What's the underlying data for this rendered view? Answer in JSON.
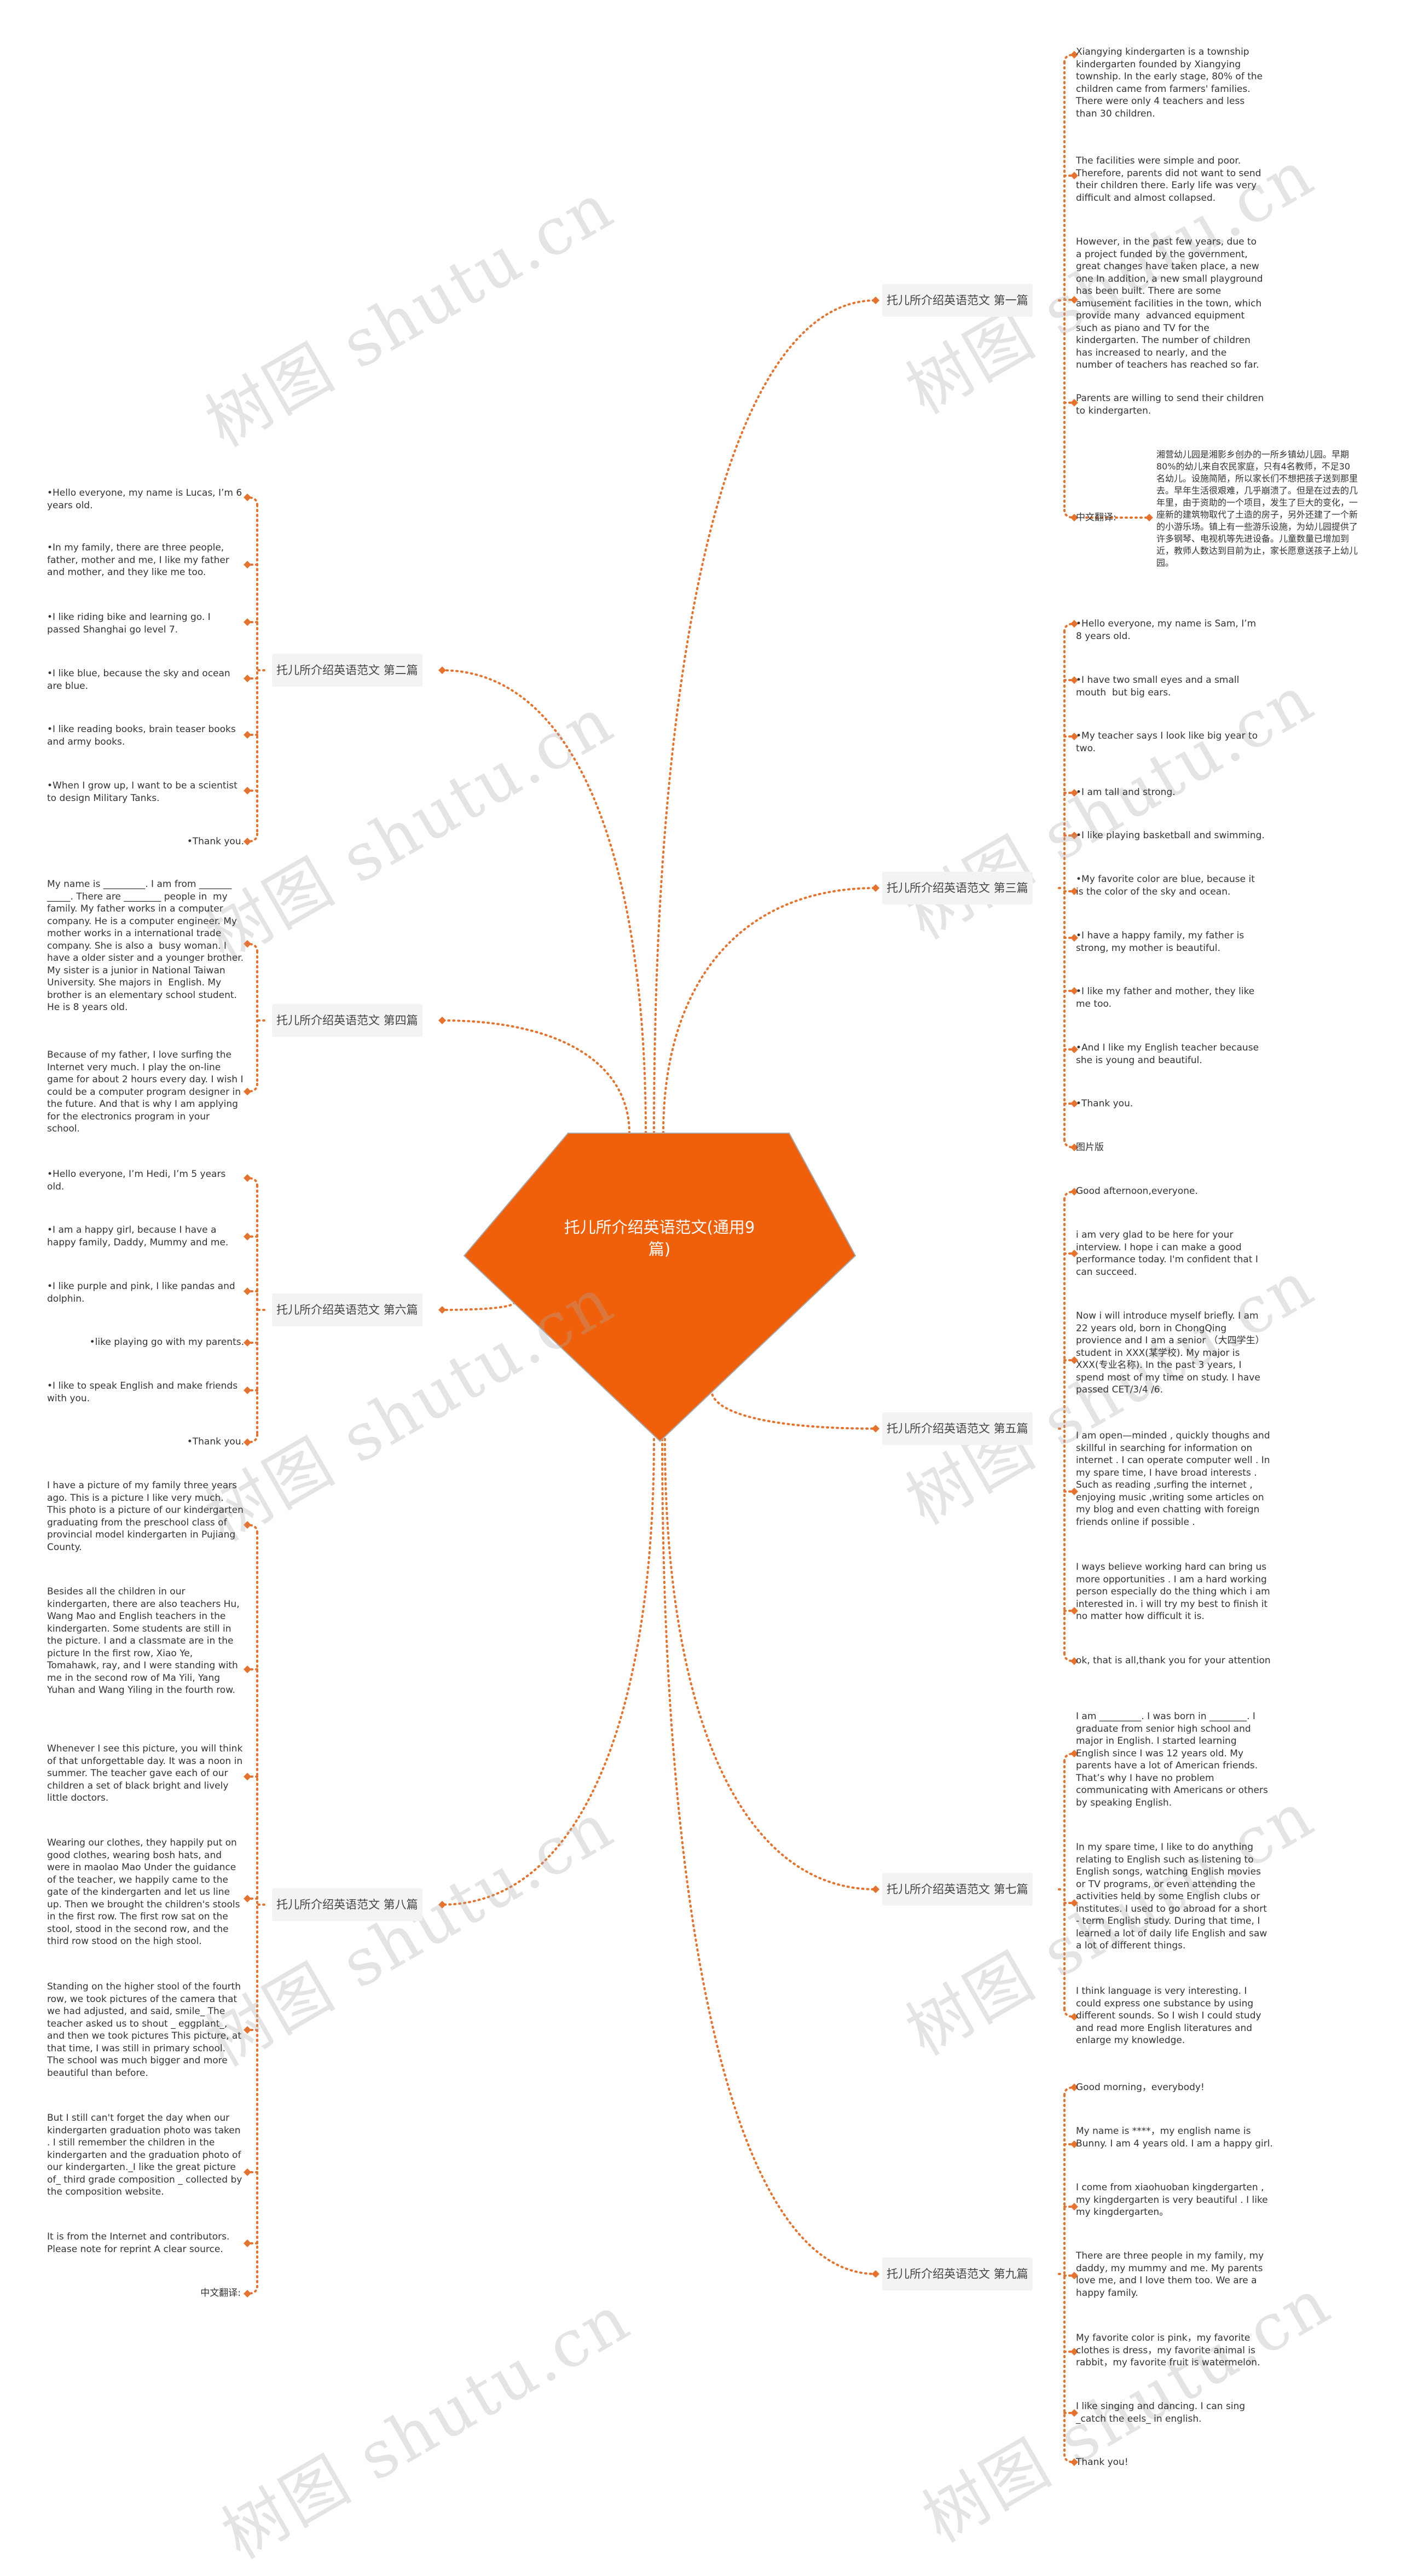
{
  "watermark": "树图 shutu.cn",
  "colors": {
    "center": "#f05f0a",
    "edge": "#e5732e",
    "branch_bg": "#f3f3f3"
  },
  "center": {
    "title": "托儿所介绍英语范文(通用9篇)"
  },
  "branches": [
    {
      "title": "托儿所介绍英语范文 第一篇",
      "leaves": [
        "Xiangying kindergarten is a township kindergarten founded by Xiangying township. In the early stage, 80% of the children came from farmers' families. There were only 4 teachers and less than 30 children.",
        "The facilities were simple and poor. Therefore, parents did not want to send their children there. Early life was very difficult and almost collapsed.",
        "However, in the past few years, due to a project funded by the government, great changes have taken place, a new one In addition, a new small playground has been built. There are some amusement facilities in the town, which provide many  advanced equipment such as piano and TV for the kindergarten. The number of children has increased to nearly, and the number of teachers has reached so far.",
        "Parents are willing to send their children to kindergarten.",
        "中文翻译:"
      ],
      "translation": "湘营幼儿园是湘影乡创办的一所乡镇幼儿园。早期80%的幼儿来自农民家庭，只有4名教师，不足30名幼儿。设施简陋，所以家长们不想把孩子送到那里去。早年生活很艰难，几乎崩溃了。但是在过去的几年里，由于资助的一个项目，发生了巨大的变化，一座新的建筑物取代了土造的房子，另外还建了一个新的小游乐场。镇上有一些游乐设施，为幼儿园提供了许多钢琴、电视机等先进设备。儿童数量已增加到近，教师人数达到目前为止，家长愿意送孩子上幼儿园。"
    },
    {
      "title": "托儿所介绍英语范文 第二篇",
      "leaves": [
        "•Hello everyone, my name is Lucas, I’m 6 years old.",
        "•In my family, there are three people, father, mother and me, I like my father and mother, and they like me too.",
        "•I like riding bike and learning go. I passed Shanghai go level 7.",
        "•I like blue, because the sky and ocean are blue.",
        "•I like reading books, brain teaser books and army books.",
        "•When I grow up, I want to be a scientist to design Military Tanks.",
        "•Thank you."
      ]
    },
    {
      "title": "托儿所介绍英语范文 第三篇",
      "leaves": [
        "•Hello everyone, my name is Sam, I’m 8 years old.",
        "•I have two small eyes and a small mouth  but big ears.",
        "•My teacher says I look like big year to two.",
        "•I am tall and strong.",
        "•I like playing basketball and swimming.",
        "•My favorite color are blue, because it is the color of the sky and ocean.",
        "•I have a happy family, my father is strong, my mother is beautiful.",
        "•I like my father and mother, they like me too.",
        "•And I like my English teacher because she is young and beautiful.",
        "•Thank you.",
        "图片版"
      ]
    },
    {
      "title": "托儿所介绍英语范文 第四篇",
      "leaves": [
        "My name is _________. I am from _______ _____. There are ________ people in  my family. My father works in a computer company. He is a computer engineer. My mother works in a international trade company. She is also a  busy woman. I have a older sister and a younger brother. My sister is a junior in National Taiwan University. She majors in  English. My brother is an elementary school student. He is 8 years old.",
        "Because of my father, I love surfing the Internet very much. I play the on-line game for about 2 hours every day. I wish I could be a computer program designer in the future. And that is why I am applying for the electronics program in your school."
      ]
    },
    {
      "title": "托儿所介绍英语范文 第五篇",
      "leaves": [
        "Good afternoon,everyone.",
        "i am very glad to be here for your interview. I hope i can make a good performance today. I'm confident that I can succeed.",
        "Now i will introduce myself briefly. I am 22 years old, born in ChongQing provience and I am a senior （大四学生）student in XXX(某学校). My major is XXX(专业名称). In the past 3 years, I spend most of my time on study. I have passed CET/3/4 /6.",
        "I am open—minded , quickly thoughs and skillful in searching for information on internet . I can operate computer well . In my spare time, I have broad interests . Such as reading ,surfing the internet , enjoying music ,writing some articles on my blog and even chatting with foreign friends online if possible .",
        "I ways believe working hard can bring us more opportunities . I am a hard working  person especially do the thing which i am interested in. i will try my best to finish it no matter how difficult it is.",
        "ok, that is all,thank you for your attention"
      ]
    },
    {
      "title": "托儿所介绍英语范文 第六篇",
      "leaves": [
        "•Hello everyone, I’m Hedi, I’m 5 years old.",
        "•I am a happy girl, because I have a happy family, Daddy, Mummy and me.",
        "•I like purple and pink, I like pandas and dolphin.",
        "•like playing go with my parents.",
        "•I like to speak English and make friends with you.",
        "•Thank you."
      ]
    },
    {
      "title": "托儿所介绍英语范文 第七篇",
      "leaves": [
        "I am _________. I was born in ________. I graduate from senior high school and major in English. I started learning English since I was 12 years old. My parents have a lot of American friends. That’s why I have no problem communicating with Americans or others  by speaking English.",
        "In my spare time, I like to do anything relating to English such as listening to English songs, watching English movies or TV programs, or even attending the activities held by some English clubs or institutes. I used to go abroad for a short - term English study. During that time, I learned a lot of daily life English and saw a lot of different things.",
        "I think language is very interesting. I could express one substance by using different sounds. So I wish I could study and read more English literatures and enlarge my knowledge."
      ]
    },
    {
      "title": "托儿所介绍英语范文 第八篇",
      "leaves": [
        "I have a picture of my family three years ago. This is a picture I like very much. This photo is a picture of our kindergarten graduating from the preschool class of provincial model kindergarten in Pujiang County.",
        "Besides all the children in our kindergarten, there are also teachers Hu, Wang Mao and English teachers in the kindergarten. Some students are still in the picture. I and a classmate are in the picture In the first row, Xiao Ye, Tomahawk, ray, and I were standing with me in the second row of Ma Yili, Yang Yuhan and Wang Yiling in the fourth row.",
        "Whenever I see this picture, you will think  of that unforgettable day. It was a noon in summer. The teacher gave each of our children a set of black bright and lively little doctors.",
        "Wearing our clothes, they happily put on good clothes, wearing bosh hats, and were in maolao Mao Under the guidance of the teacher, we happily came to the gate of the kindergarten and let us line up. Then we brought the children's stools  in the first row. The first row sat on the stool, stood in the second row, and the third row stood on the high stool.",
        "Standing on the higher stool of the fourth row, we took pictures of the camera that we had adjusted, and said, smile_ The teacher asked us to shout _ eggplant_, and then we took pictures This picture, at that time, I was still in primary school. The school was much bigger and more beautiful than before.",
        "But I still can't forget the day when our kindergarten graduation photo was taken . I still remember the children in the kindergarten and the graduation photo of our kindergarten._I like the great picture of_ third grade composition _ collected by the composition website.",
        "It is from the Internet and contributors. Please note for reprint A clear source.",
        "中文翻译:"
      ]
    },
    {
      "title": "托儿所介绍英语范文 第九篇",
      "leaves": [
        "Good morning，everybody!",
        "My name is ****，my english name is Bunny. I am 4 years old. I am a happy girl.",
        "I come from xiaohuoban kingdergarten , my kingdergarten is very beautiful . I like my kingdergarten。",
        "There are three people in my family, my daddy, my mummy and me. My parents love me, and I love them too. We are a happy family.",
        "My favorite color is pink，my favorite clothes is dress，my favorite animal is rabbit，my favorite fruit is watermelon.",
        "I like singing and dancing. I can sing _catch the eels_ in english.",
        "Thank you!"
      ]
    }
  ]
}
